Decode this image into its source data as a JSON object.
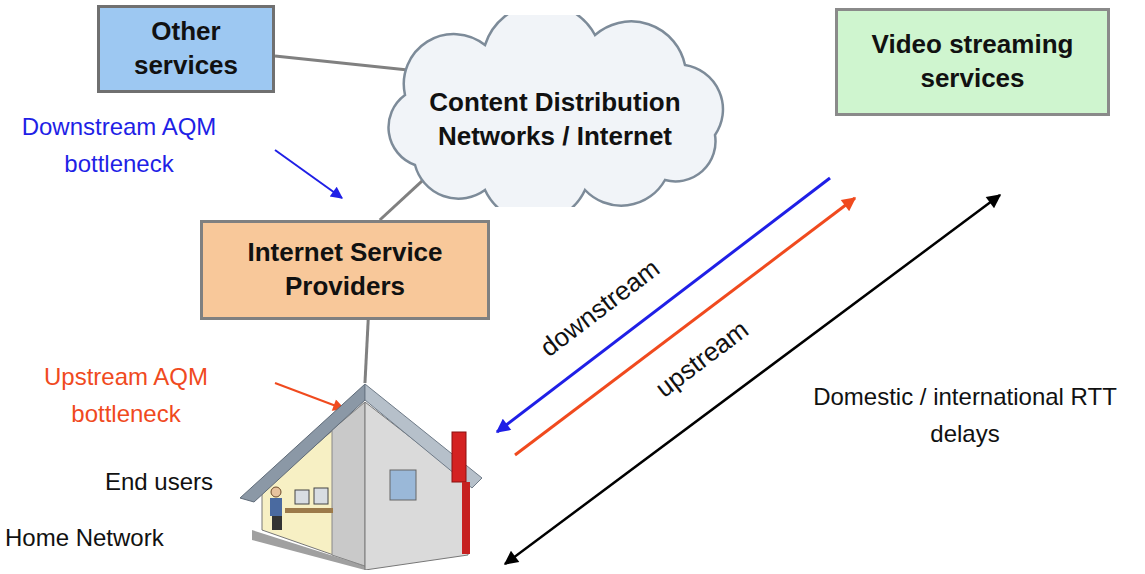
{
  "diagram": {
    "nodes": [
      {
        "text": [
          "Other services"
        ]
      },
      {
        "text": [
          "Content Distribution Networks / Internet"
        ]
      },
      {
        "text": [
          "Video streaming services"
        ]
      },
      {
        "text": [
          "Internet Service Providers"
        ]
      },
      {
        "text": [
          "End users",
          "Home Network"
        ]
      }
    ],
    "edges": [
      {
        "from": 0,
        "to": 1,
        "arrow": "none"
      },
      {
        "from": 1,
        "to": 3,
        "arrow": "none"
      },
      {
        "from": 3,
        "to": 4,
        "arrow": "none"
      },
      {
        "from": 2,
        "to": 4,
        "label": "downstream",
        "arrow": "to"
      },
      {
        "from": 4,
        "to": 2,
        "label": "upstream",
        "arrow": "to"
      },
      {
        "from": 4,
        "to": 2,
        "arrow": "both"
      }
    ],
    "labels": [
      "Downstream AQM bottleneck",
      "Upstream AQM bottleneck",
      "Domestic / international RTT delays"
    ]
  }
}
